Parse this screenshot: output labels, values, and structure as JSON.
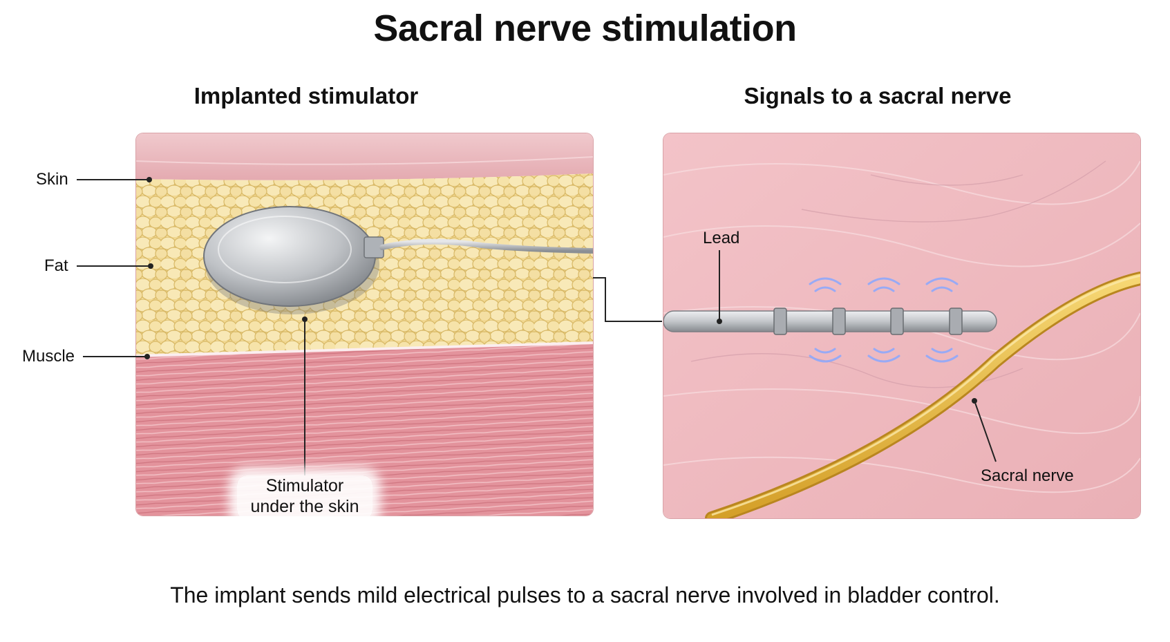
{
  "title": "Sacral nerve stimulation",
  "left_panel": {
    "heading": "Implanted stimulator",
    "labels": {
      "skin": "Skin",
      "fat": "Fat",
      "muscle": "Muscle",
      "stimulator_line1": "Stimulator",
      "stimulator_line2": "under the skin"
    }
  },
  "right_panel": {
    "heading": "Signals to a sacral nerve",
    "labels": {
      "lead": "Lead",
      "sacral_nerve": "Sacral nerve"
    }
  },
  "caption": "The implant sends mild electrical pulses to a sacral nerve involved in bladder control.",
  "colors": {
    "skin": "#ecc0c4",
    "fat": "#f3dc9d",
    "muscle": "#e59aa2",
    "nerve": "#e9b93f",
    "device": "#c7c9cc",
    "pulse": "#8aa8ff"
  }
}
